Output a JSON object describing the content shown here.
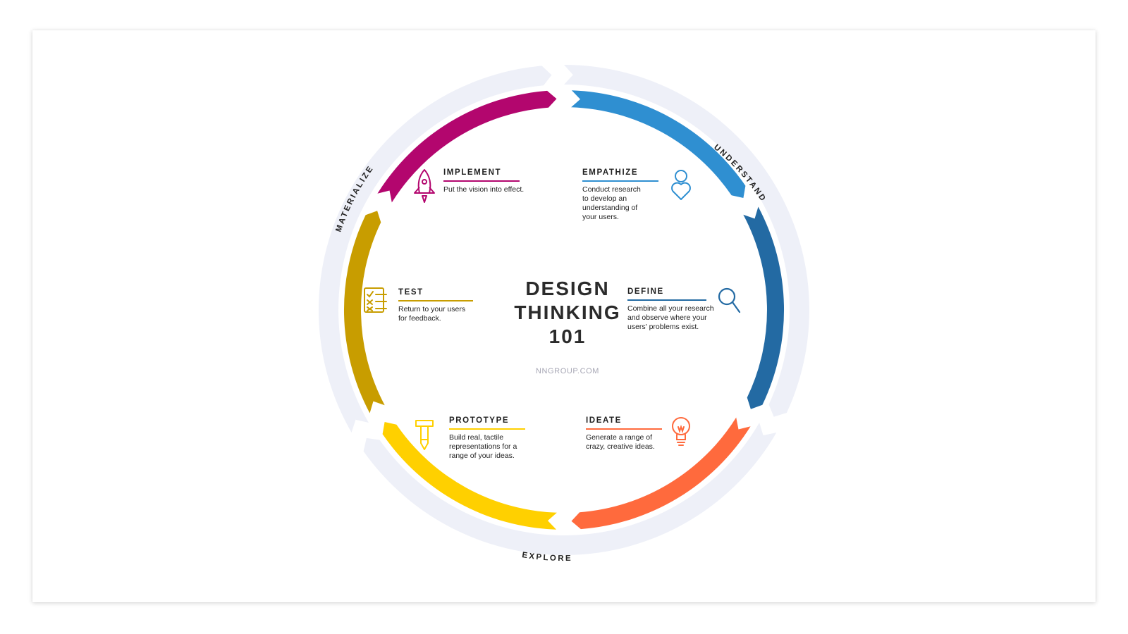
{
  "title": "DESIGN\nTHINKING\n101",
  "source": "NNGROUP.COM",
  "phases": {
    "understand": "UNDERSTAND",
    "explore": "EXPLORE",
    "materialize": "MATERIALIZE"
  },
  "stages": [
    {
      "key": "empathize",
      "title": "EMPATHIZE",
      "desc": "Conduct research\nto develop an\nunderstanding of\nyour users.",
      "color": "#2f8fd1",
      "icon": "person-heart-icon"
    },
    {
      "key": "define",
      "title": "DEFINE",
      "desc": "Combine all your research\nand observe where your\nusers' problems exist.",
      "color": "#236aa3",
      "icon": "magnifier-icon"
    },
    {
      "key": "ideate",
      "title": "IDEATE",
      "desc": "Generate a range of\ncrazy, creative ideas.",
      "color": "#ff6a3d",
      "icon": "lightbulb-icon"
    },
    {
      "key": "prototype",
      "title": "PROTOTYPE",
      "desc": "Build real, tactile\nrepresentations for a\nrange of your ideas.",
      "color": "#ffd000",
      "icon": "hammer-pencil-icon"
    },
    {
      "key": "test",
      "title": "TEST",
      "desc": "Return to your users\nfor feedback.",
      "color": "#c89d00",
      "icon": "checklist-icon"
    },
    {
      "key": "implement",
      "title": "IMPLEMENT",
      "desc": "Put the vision into effect.",
      "color": "#b3066e",
      "icon": "rocket-icon"
    }
  ],
  "colors": {
    "outer_ring": "#eef0f8",
    "text": "#222222",
    "source": "#a6a6b4"
  }
}
